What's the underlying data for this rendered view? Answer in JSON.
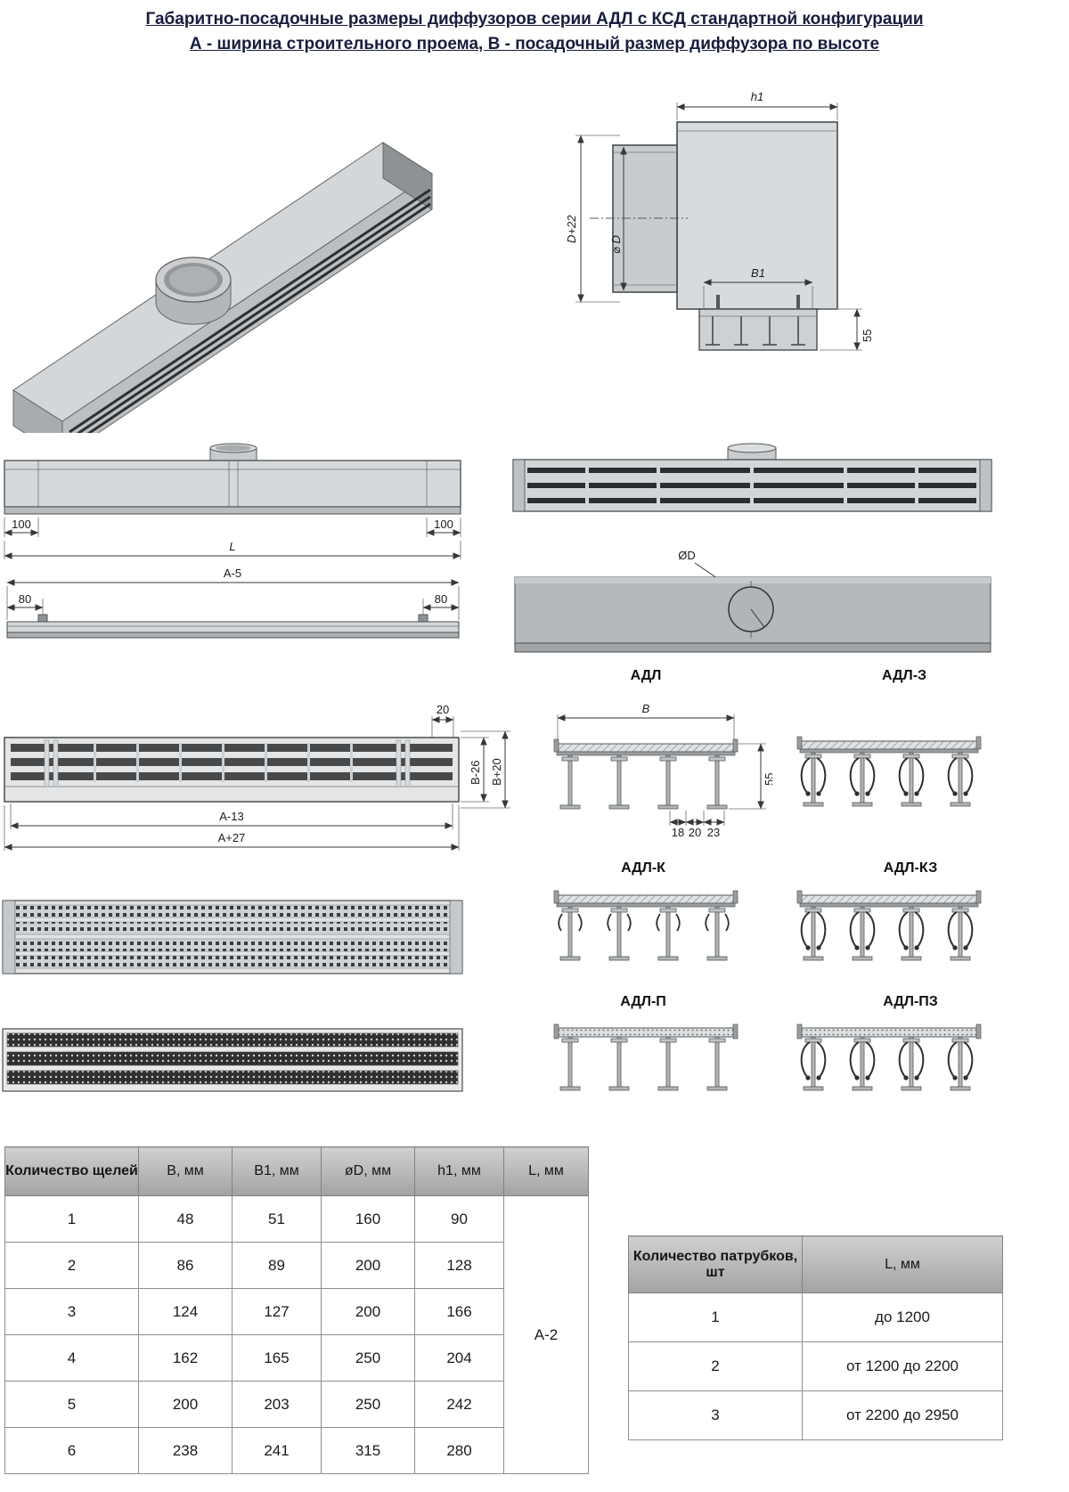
{
  "header": {
    "title_line1": "Габаритно-посадочные размеры диффузоров серии АДЛ с КСД стандартной конфигурации",
    "title_line2": "А - ширина строительного проема, В - посадочный размер диффузора по высоте"
  },
  "dims": {
    "h1": "h1",
    "d_plus_22": "D+22",
    "phi_d": "⌀ D",
    "b1": "B1",
    "n55_side": "55",
    "n100_left": "100",
    "L": "L",
    "n100_right": "100",
    "a_minus_5": "А-5",
    "n80_left": "80",
    "n80_right": "80",
    "phi_d_top": "ØD",
    "n20_top": "20",
    "b_minus_26": "В-26",
    "b_plus_20": "В+20",
    "a_minus_13": "А-13",
    "a_plus_27": "А+27",
    "B": "В",
    "n55_section": "55",
    "n18": "18",
    "n20": "20",
    "n23": "23"
  },
  "section_labels": {
    "adl": "АДЛ",
    "adl_z": "АДЛ-З",
    "adl_k": "АДЛ-К",
    "adl_kz": "АДЛ-КЗ",
    "adl_p": "АДЛ-П",
    "adl_pz": "АДЛ-ПЗ"
  },
  "main_table": {
    "headers": [
      "Количество щелей",
      "B, мм",
      "B1, мм",
      "øD, мм",
      "h1, мм",
      "L, мм"
    ],
    "rows": [
      [
        "1",
        "48",
        "51",
        "160",
        "90"
      ],
      [
        "2",
        "86",
        "89",
        "200",
        "128"
      ],
      [
        "3",
        "124",
        "127",
        "200",
        "166"
      ],
      [
        "4",
        "162",
        "165",
        "250",
        "204"
      ],
      [
        "5",
        "200",
        "203",
        "250",
        "242"
      ],
      [
        "6",
        "238",
        "241",
        "315",
        "280"
      ]
    ],
    "l_value": "А-2"
  },
  "pipe_table": {
    "headers": [
      "Количество патрубков, шт",
      "L, мм"
    ],
    "rows": [
      [
        "1",
        "до 1200"
      ],
      [
        "2",
        "от 1200 до 2200"
      ],
      [
        "3",
        "от 2200 до 2950"
      ]
    ]
  }
}
